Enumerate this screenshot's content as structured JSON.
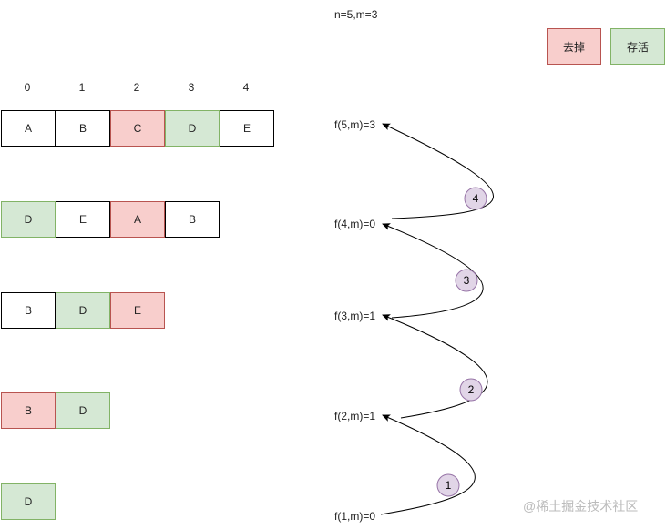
{
  "header": {
    "params": "n=5,m=3"
  },
  "legend": {
    "removed": {
      "label": "去掉",
      "color": "#f8cecc",
      "border": "#b85450"
    },
    "kept": {
      "label": "存活",
      "color": "#d5e8d4",
      "border": "#82b366"
    }
  },
  "indices": [
    "0",
    "1",
    "2",
    "3",
    "4"
  ],
  "rows": [
    {
      "cells": [
        {
          "v": "A",
          "c": "white"
        },
        {
          "v": "B",
          "c": "white"
        },
        {
          "v": "C",
          "c": "red"
        },
        {
          "v": "D",
          "c": "green"
        },
        {
          "v": "E",
          "c": "white"
        }
      ]
    },
    {
      "cells": [
        {
          "v": "D",
          "c": "green"
        },
        {
          "v": "E",
          "c": "white"
        },
        {
          "v": "A",
          "c": "red"
        },
        {
          "v": "B",
          "c": "white"
        }
      ]
    },
    {
      "cells": [
        {
          "v": "B",
          "c": "white"
        },
        {
          "v": "D",
          "c": "green"
        },
        {
          "v": "E",
          "c": "red"
        }
      ]
    },
    {
      "cells": [
        {
          "v": "B",
          "c": "red"
        },
        {
          "v": "D",
          "c": "green"
        }
      ]
    },
    {
      "cells": [
        {
          "v": "D",
          "c": "green"
        }
      ]
    }
  ],
  "formulas": [
    "f(5,m)=3",
    "f(4,m)=0",
    "f(3,m)=1",
    "f(2,m)=1",
    "f(1,m)=0"
  ],
  "steps": [
    "4",
    "3",
    "2",
    "1"
  ],
  "watermark": "@稀土掘金技术社区",
  "colors": {
    "step_fill": "#e1d5e7",
    "step_border": "#9673a6"
  }
}
